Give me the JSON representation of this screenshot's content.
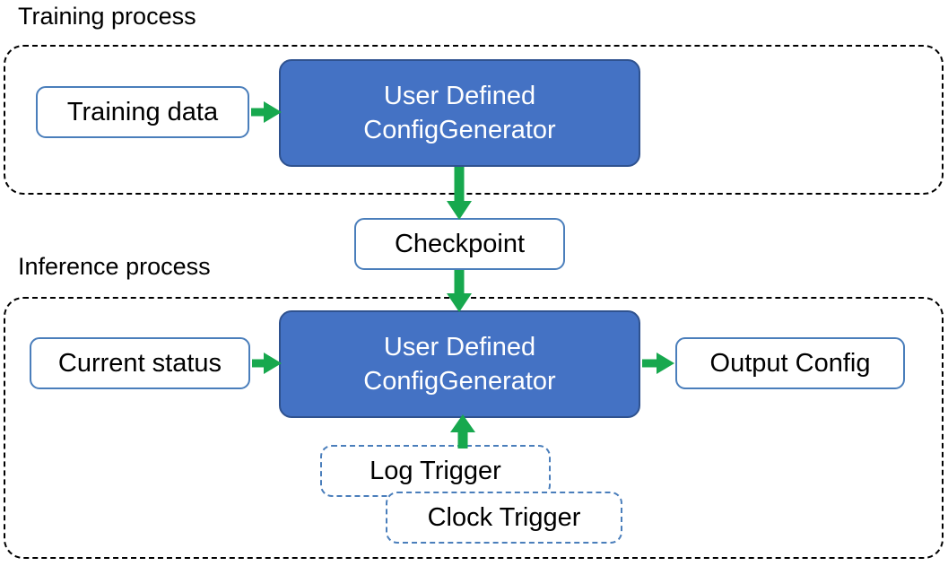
{
  "diagram": {
    "title_training": "Training process",
    "title_inference": "Inference process",
    "colors": {
      "process_fill": "#4472C4",
      "process_border": "#2F528F",
      "node_border": "#4A7EBB",
      "arrow": "#17A84E",
      "group_border": "#000000",
      "text_dark": "#000000",
      "text_light": "#FFFFFF",
      "background": "#FFFFFF"
    },
    "training": {
      "input": {
        "label": "Training data"
      },
      "process": {
        "line1": "User Defined",
        "line2": "ConfigGenerator"
      }
    },
    "checkpoint": {
      "label": "Checkpoint"
    },
    "inference": {
      "input": {
        "label": "Current status"
      },
      "process": {
        "line1": "User Defined",
        "line2": "ConfigGenerator"
      },
      "output": {
        "label": "Output Config"
      },
      "triggers": [
        {
          "label": "Log Trigger"
        },
        {
          "label": "Clock Trigger"
        }
      ]
    },
    "arrows": [
      {
        "name": "training-data-to-generator",
        "from": "Training data",
        "to": "User Defined ConfigGenerator",
        "direction": "right"
      },
      {
        "name": "train-generator-to-checkpoint",
        "from": "User Defined ConfigGenerator",
        "to": "Checkpoint",
        "direction": "down"
      },
      {
        "name": "checkpoint-to-infer-generator",
        "from": "Checkpoint",
        "to": "User Defined ConfigGenerator",
        "direction": "down"
      },
      {
        "name": "current-status-to-generator",
        "from": "Current status",
        "to": "User Defined ConfigGenerator",
        "direction": "right"
      },
      {
        "name": "generator-to-output-config",
        "from": "User Defined ConfigGenerator",
        "to": "Output Config",
        "direction": "right"
      },
      {
        "name": "triggers-to-generator",
        "from": "Log Trigger",
        "to": "User Defined ConfigGenerator",
        "direction": "up"
      }
    ]
  }
}
